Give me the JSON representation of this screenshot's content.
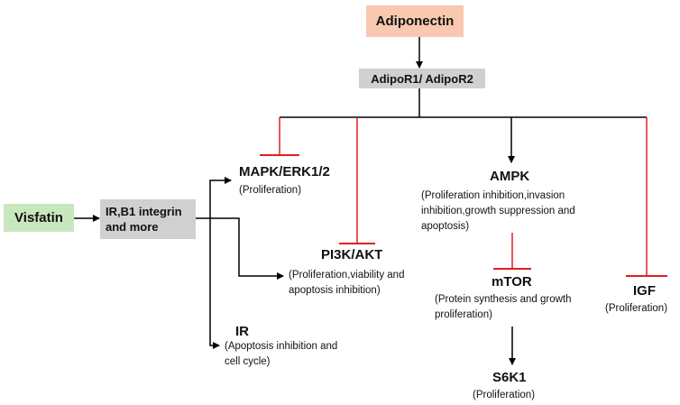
{
  "nodes": {
    "adiponectin": "Adiponectin",
    "adipor": "AdipoR1/ AdipoR2",
    "visfatin": "Visfatin",
    "ir_integrin": "IR,B1 integrin\nand more",
    "mapk": {
      "title": "MAPK/ERK1/2",
      "desc": "(Proliferation)"
    },
    "pi3k": {
      "title": "PI3K/AKT",
      "desc": "(Proliferation,viability and apoptosis inhibition)"
    },
    "ir": {
      "title": "IR",
      "desc": "(Apoptosis inhibition and cell cycle)"
    },
    "ampk": {
      "title": "AMPK",
      "desc": "(Proliferation inhibition,invasion inhibition,growth suppression and apoptosis)"
    },
    "mtor": {
      "title": "mTOR",
      "desc": "(Protein synthesis and growth proliferation)"
    },
    "s6k1": {
      "title": "S6K1",
      "desc": "(Proliferation)"
    },
    "igf": {
      "title": "IGF",
      "desc": "(Proliferation)"
    }
  },
  "colors": {
    "adiponectin_fill": "#f8c9b0",
    "adipor_fill": "#d0d0d0",
    "visfatin_fill": "#c9e7bf",
    "ir_integrin_fill": "#d0d0d0",
    "activation_line": "#000000",
    "inhibition_line": "#e02020"
  }
}
